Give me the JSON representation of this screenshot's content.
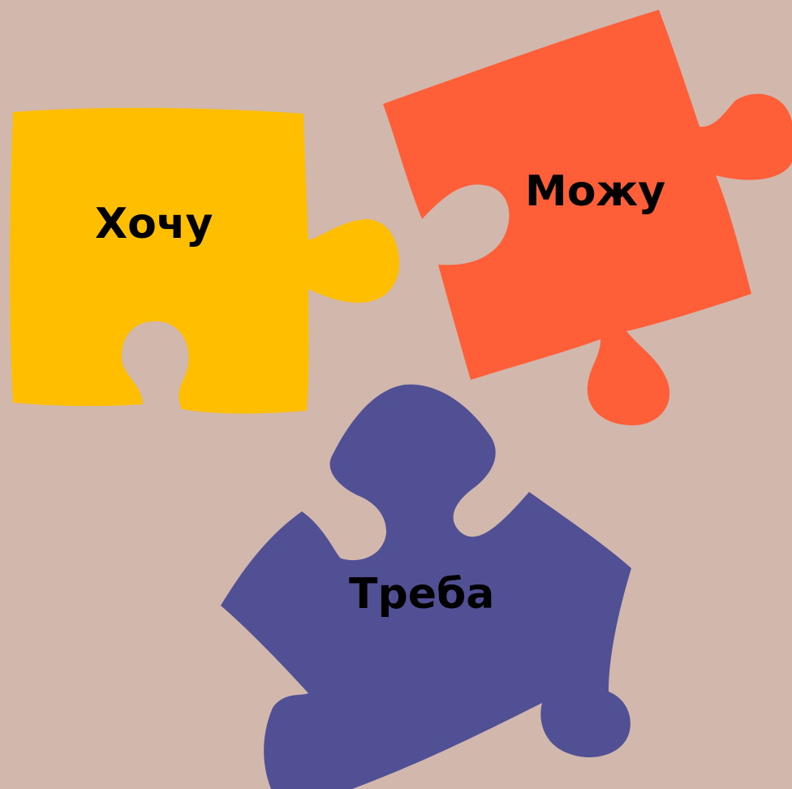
{
  "puzzle": {
    "background_color": "#d1b7ac",
    "pieces": [
      {
        "id": "want",
        "label": "Хочу",
        "color": "#ffbe00"
      },
      {
        "id": "can",
        "label": "Можу",
        "color": "#ff5f38"
      },
      {
        "id": "need",
        "label": "Треба",
        "color": "#525094"
      }
    ]
  }
}
